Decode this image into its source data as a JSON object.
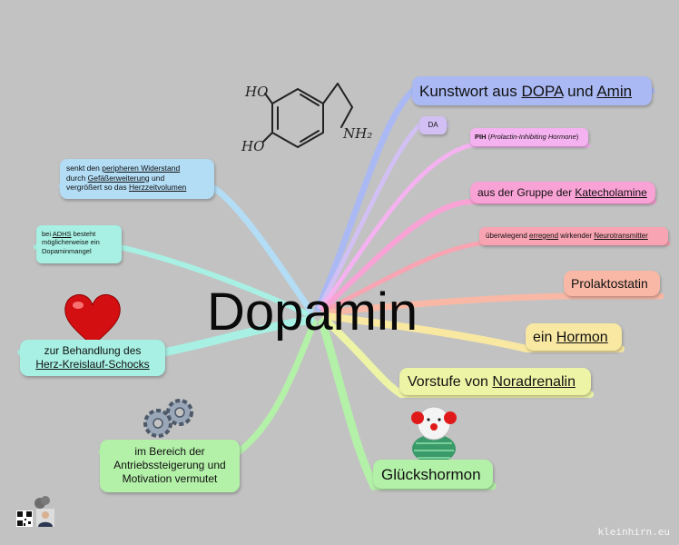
{
  "center": {
    "title": "Dopamin"
  },
  "chemistry": {
    "ho_top": "HO",
    "ho_bottom": "HO",
    "nh2": "NH₂"
  },
  "nodes": {
    "kunstwort": {
      "prefix": "Kunstwort aus ",
      "dopa": "DOPA",
      "mid": " und ",
      "amin": "Amin"
    },
    "da": {
      "text": "DA"
    },
    "pih": {
      "bold": "PIH",
      "rest_open": " (",
      "italic": "Prolactin-Inhibiting Hormone",
      "rest_close": ")"
    },
    "katecholamine": {
      "prefix": "aus der Gruppe der ",
      "link": "Katecholamine"
    },
    "neurotransmitter": {
      "prefix": "überwiegend ",
      "link1": "erregend",
      "mid": " wirkender ",
      "link2": "Neurotransmitter"
    },
    "prolaktostatin": {
      "text": "Prolaktostatin"
    },
    "hormon": {
      "prefix": "ein ",
      "link": "Hormon"
    },
    "noradrenalin": {
      "prefix": "Vorstufe von ",
      "link": "Noradrenalin"
    },
    "gluckshormon": {
      "text": "Glückshormon"
    },
    "antrieb": {
      "line1": "im Bereich der",
      "line2": "Antriebssteigerung und",
      "line3": "Motivation vermutet"
    },
    "herz": {
      "line1": "zur Behandlung des",
      "link": "Herz-Kreislauf-Schocks"
    },
    "adhs": {
      "prefix": "bei ",
      "link": "ADHS",
      "rest1": " besteht",
      "line2": "möglicherweise ein",
      "line3": "Dopaminmangel"
    },
    "widerstand": {
      "l1_prefix": "senkt den ",
      "l1_link": "peripheren Widerstand",
      "l2_prefix": "durch ",
      "l2_link": "Gefäßerweiterung",
      "l2_suffix": " und",
      "l3_prefix": "vergrößert so das ",
      "l3_link": "Herzzeitvolumen"
    }
  },
  "footer": {
    "watermark": "kleinhirn.eu"
  },
  "colors": {
    "background": "#c2c2c2",
    "blue": "#aab9f3",
    "lavender": "#d2c0f5",
    "pink": "#f5b2f0",
    "magenta": "#f8a2d5",
    "salmon_pink": "#f8a4b2",
    "salmon": "#f9b8a6",
    "yellow": "#f8e8a2",
    "yellow_green": "#eef4a6",
    "green": "#b3f0a8",
    "cyan": "#a7f0e3",
    "sky": "#b3dcf5"
  },
  "icons": [
    "dopamine-molecule-icon",
    "heart-icon",
    "gears-icon",
    "clown-icon",
    "qr-code-icon",
    "author-photo-icon"
  ]
}
